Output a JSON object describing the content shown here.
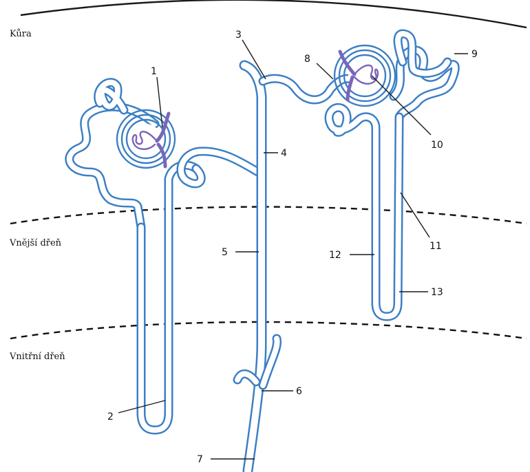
{
  "zones": {
    "cortex": "Kůra",
    "outer_medulla": "Vnější dřeň",
    "inner_medulla": "Vnitřní dřeň"
  },
  "labels": {
    "l1": "1",
    "l2": "2",
    "l3": "3",
    "l4": "4",
    "l5": "5",
    "l6": "6",
    "l7": "7",
    "l8": "8",
    "l9": "9",
    "l10": "10",
    "l11": "11",
    "l12": "12",
    "l13": "13"
  },
  "colors": {
    "tubule": "#3d7fc4",
    "glomerulus": "#7a66b8",
    "boundary": "#111111"
  }
}
